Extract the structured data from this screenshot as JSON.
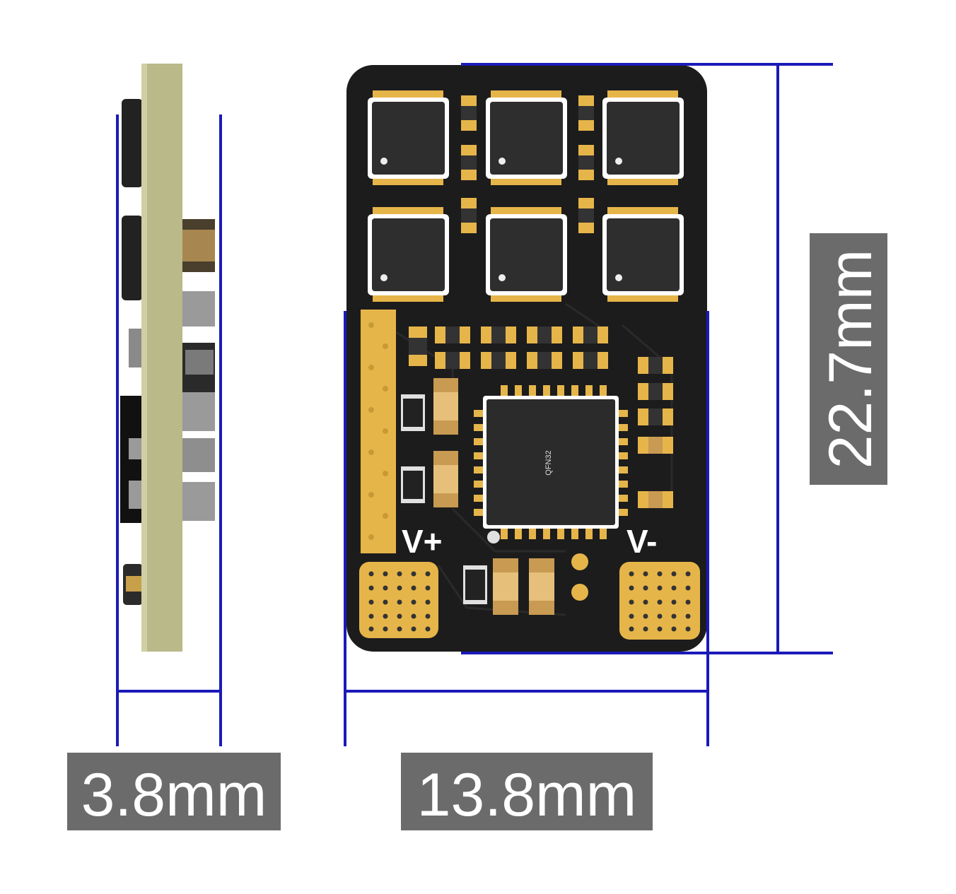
{
  "dimensions": {
    "thickness": "3.8mm",
    "width": "13.8mm",
    "height": "22.7mm"
  },
  "board": {
    "pad_positive_label": "V+",
    "pad_negative_label": "V-",
    "mcu_package_label": "QFN32"
  },
  "colors": {
    "dimension_line": "#1a1ab8",
    "label_box": "#6b6b6b",
    "label_text": "#ffffff",
    "pcb_black": "#1c1c1c",
    "gold": "#e6b54a",
    "pcb_edge": "#b9b98a"
  }
}
